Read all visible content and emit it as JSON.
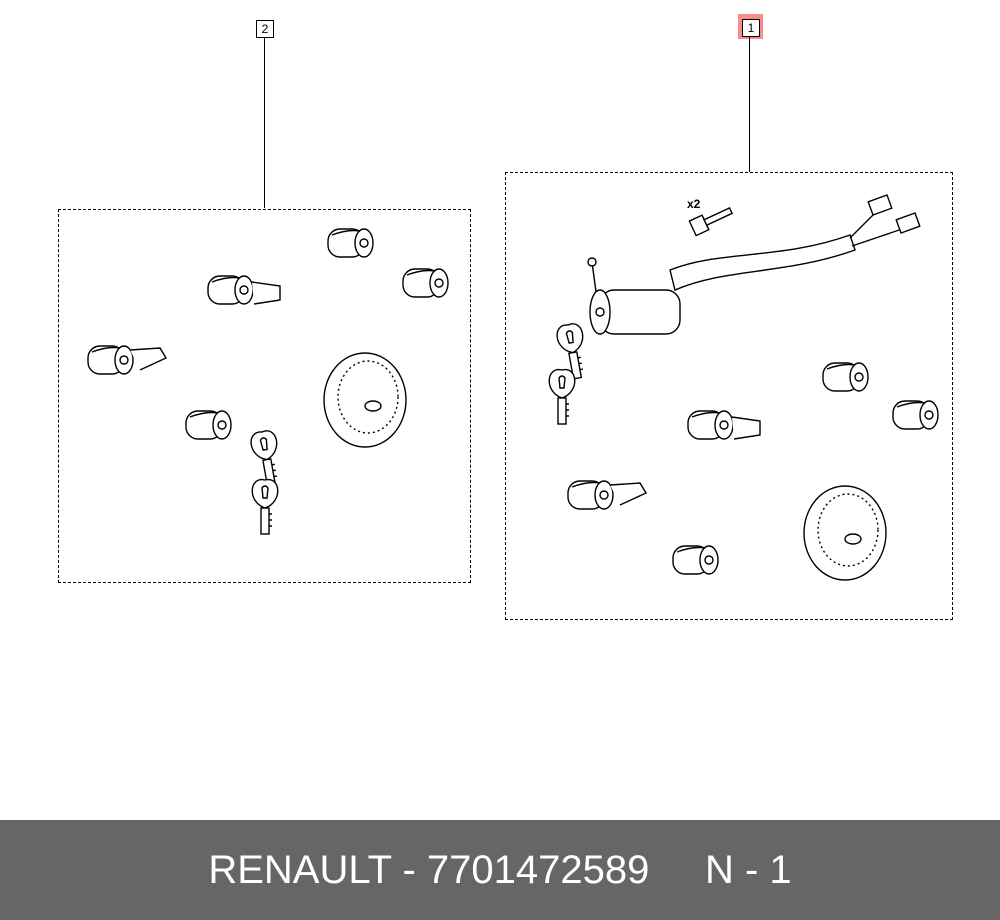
{
  "callouts": [
    {
      "label": "1",
      "highlighted": true,
      "highlight_color": "#f98b8b"
    },
    {
      "label": "2",
      "highlighted": false
    }
  ],
  "annotations": {
    "quantity": "x2"
  },
  "footer": {
    "brand": "RENAULT",
    "separator": " - ",
    "part_number": "7701472589",
    "page": "N - 1",
    "background_color": "#666666"
  }
}
